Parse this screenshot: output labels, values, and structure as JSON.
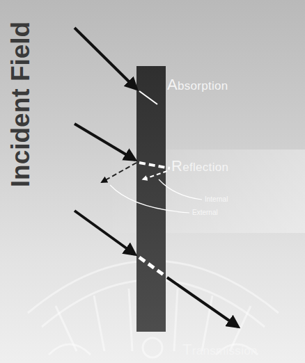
{
  "diagram": {
    "labels": [
      "Incident Field",
      "Absorption",
      "Reflection",
      "Internal",
      "External",
      "Transmission"
    ]
  }
}
